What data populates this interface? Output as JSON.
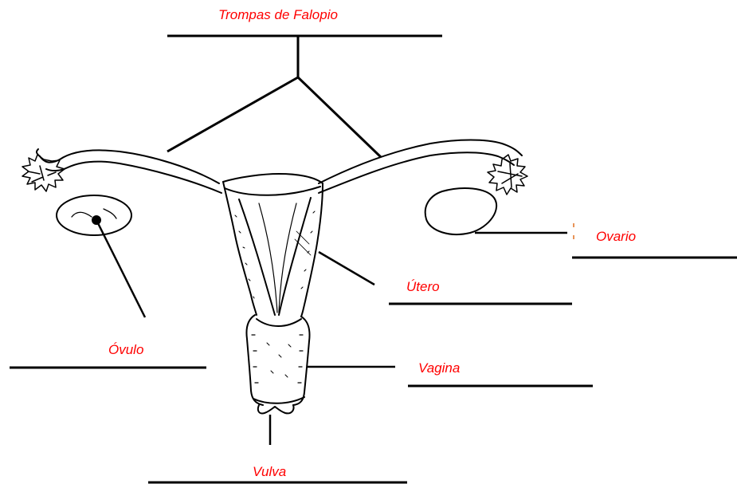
{
  "labels": {
    "fallopian_tubes": "Trompas de Falopio",
    "ovary": "Ovario",
    "uterus": "Útero",
    "ovum": "Óvulo",
    "vagina": "Vagina",
    "vulva": "Vulva"
  },
  "colors": {
    "label_text": "#ff0000",
    "lines": "#000000"
  }
}
